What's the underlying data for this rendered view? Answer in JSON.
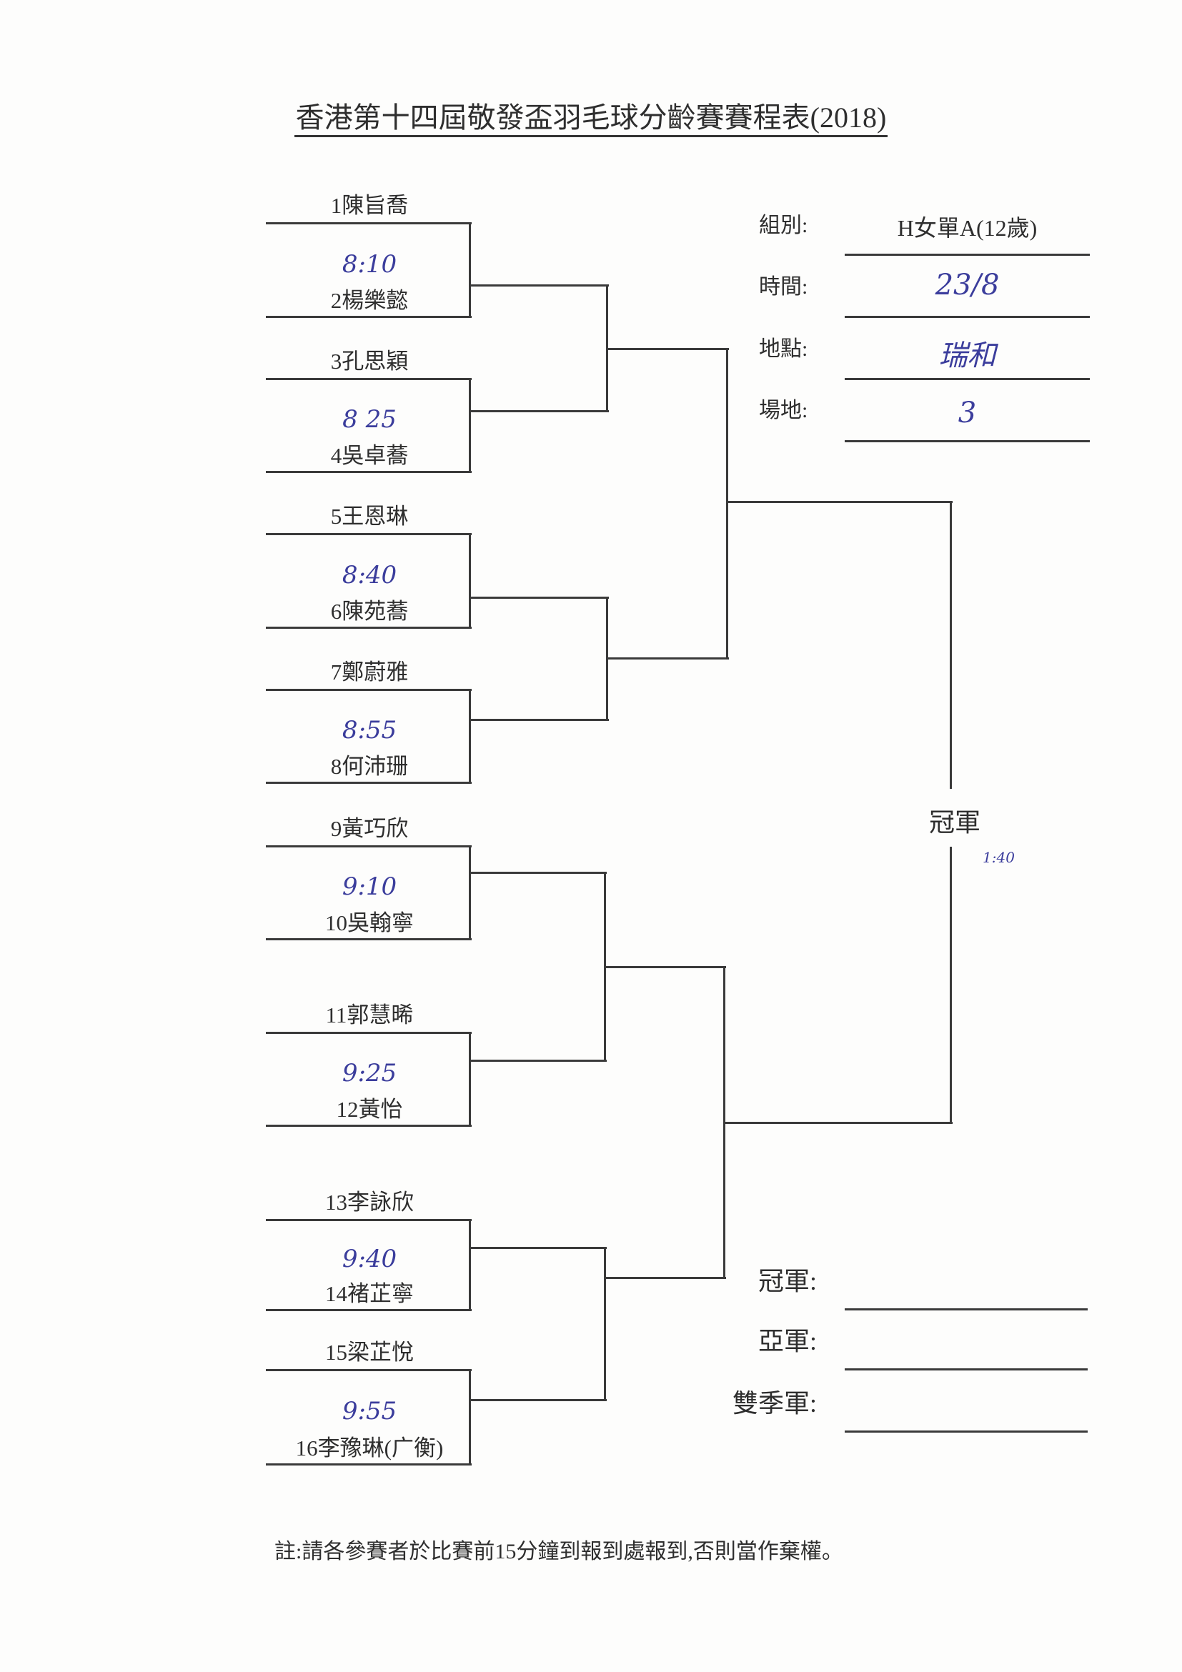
{
  "title": "香港第十四屆敬發盃羽毛球分齡賽賽程表(2018)",
  "info": {
    "group_label": "組別:",
    "group_value": "H女單A(12歲)",
    "time_label": "時間:",
    "time_value": "23/8",
    "venue_label": "地點:",
    "venue_value": "瑞和",
    "court_label": "場地:",
    "court_value": "3"
  },
  "matches": [
    {
      "p1": "1陳旨喬",
      "p2": "2楊樂懿",
      "time": "8:10"
    },
    {
      "p1": "3孔思穎",
      "p2": "4吳卓蕎",
      "time": "8 25"
    },
    {
      "p1": "5王恩琳",
      "p2": "6陳苑蕎",
      "time": "8:40"
    },
    {
      "p1": "7鄭蔚雅",
      "p2": "8何沛珊",
      "time": "8:55"
    },
    {
      "p1": "9黃巧欣",
      "p2": "10吳翰寧",
      "time": "9:10"
    },
    {
      "p1": "11郭慧晞",
      "p2": "12黃怡",
      "time": "9:25"
    },
    {
      "p1": "13李詠欣",
      "p2": "14褚芷寧",
      "time": "9:40"
    },
    {
      "p1": "15梁芷悅",
      "p2": "16李豫琳(广衡)",
      "time": "9:55"
    }
  ],
  "final": {
    "label": "冠軍",
    "time": "1:40"
  },
  "results": {
    "champion_label": "冠軍:",
    "runner_up_label": "亞軍:",
    "third_label": "雙季軍:"
  },
  "note": "註:請各參賽者於比賽前15分鐘到報到處報到,否則當作棄權。"
}
